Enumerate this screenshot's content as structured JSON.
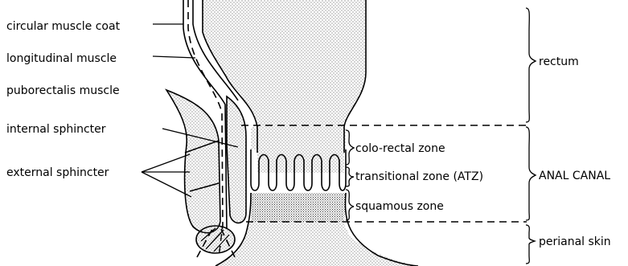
{
  "labels": {
    "circular_muscle_coat": "circular muscle coat",
    "longitudinal_muscle": "longitudinal muscle",
    "puborectalis_muscle": "puborectalis muscle",
    "internal_sphincter": "internal sphincter",
    "external_sphincter": "external sphincter",
    "colo_rectal_zone": "colo-rectal zone",
    "transitional_zone": "transitional zone (ATZ)",
    "squamous_zone": "squamous zone",
    "rectum": "rectum",
    "anal_canal": "ANAL CANAL",
    "perianal_skin": "perianal skin"
  }
}
